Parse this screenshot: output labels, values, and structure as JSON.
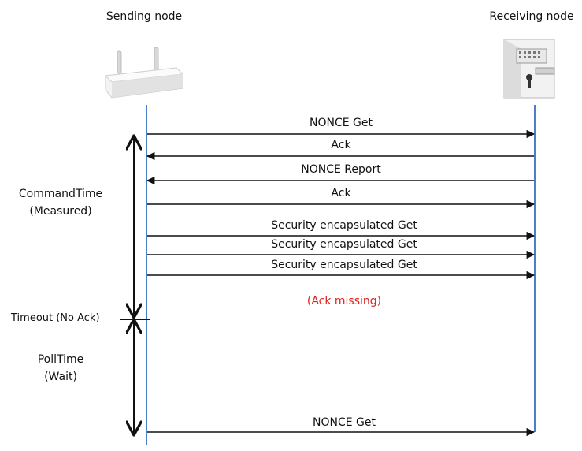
{
  "nodes": {
    "sender": "Sending node",
    "receiver": "Receiving node"
  },
  "messages": [
    {
      "label": "NONCE Get",
      "direction": "right"
    },
    {
      "label": "Ack",
      "direction": "left"
    },
    {
      "label": "NONCE Report",
      "direction": "left"
    },
    {
      "label": "Ack",
      "direction": "right"
    },
    {
      "label": "Security encapsulated Get",
      "direction": "right"
    },
    {
      "label": "Security encapsulated Get",
      "direction": "right"
    },
    {
      "label": "Security encapsulated Get",
      "direction": "right"
    },
    {
      "label": "NONCE Get",
      "direction": "right"
    }
  ],
  "annotations": {
    "ack_missing": "(Ack missing)",
    "command_time": "CommandTime",
    "command_time_sub": "(Measured)",
    "timeout": "Timeout (No Ack)",
    "poll_time": "PollTime",
    "poll_time_sub": "(Wait)"
  },
  "colors": {
    "lifeline": "#4a7fc9",
    "arrow": "#111111",
    "alert": "#e0201b"
  },
  "icons": {
    "sender": "router-icon",
    "receiver": "door-lock-icon"
  }
}
